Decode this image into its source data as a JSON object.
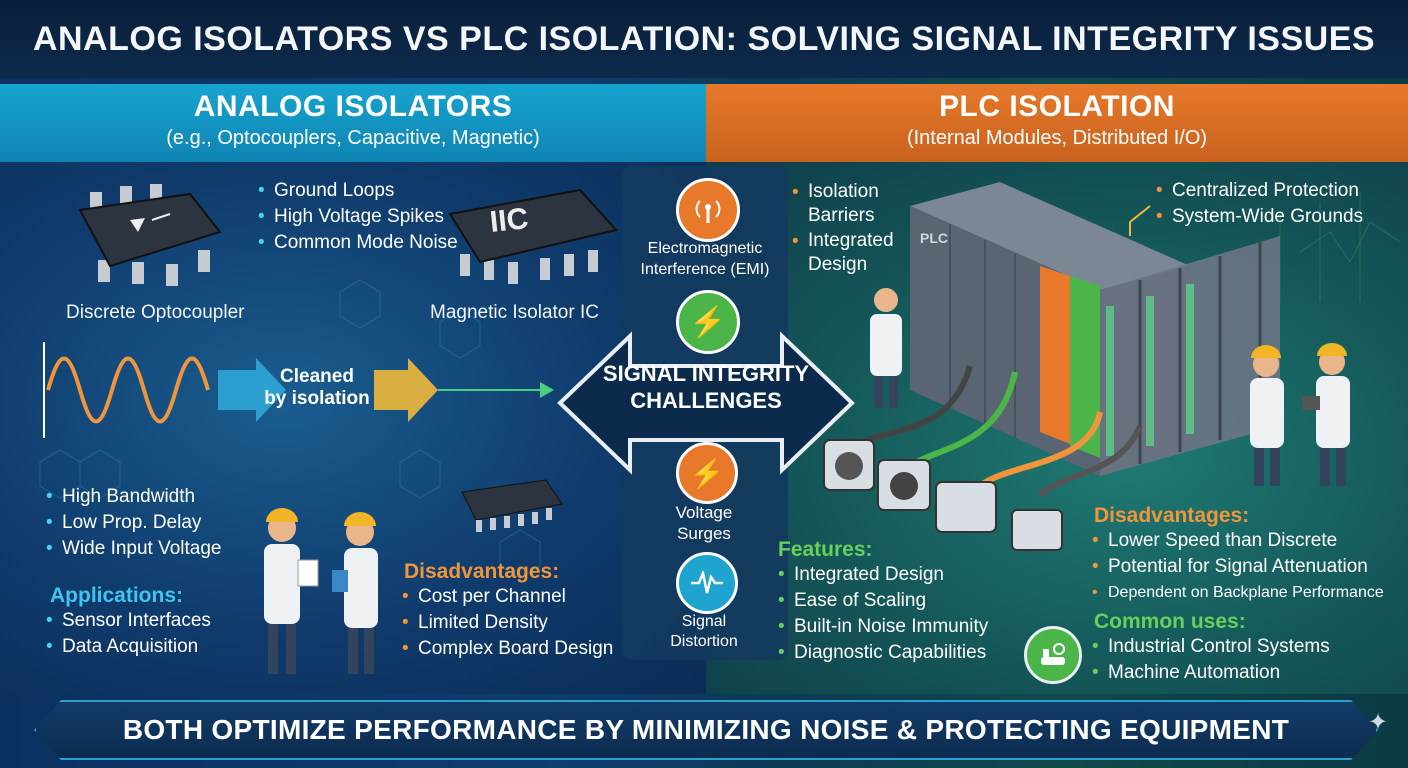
{
  "title": "ANALOG ISOLATORS VS PLC ISOLATION: SOLVING SIGNAL INTEGRITY ISSUES",
  "left": {
    "heading": "ANALOG ISOLATORS",
    "subheading": "(e.g., Optocouplers, Capacitive, Magnetic)",
    "noise_sources": [
      "Ground Loops",
      "High Voltage Spikes",
      "Common Mode Noise"
    ],
    "optocoupler_label": "Discrete Optocoupler",
    "magnetic_label": "Magnetic Isolator IC",
    "magnetic_chip_mark": "IIC",
    "cleaned_label": [
      "Cleaned",
      "by isolation"
    ],
    "advantages": [
      "High Bandwidth",
      "Low Prop. Delay",
      "Wide Input Voltage"
    ],
    "applications_heading": "Applications:",
    "applications": [
      "Sensor Interfaces",
      "Data Acquisition"
    ],
    "disadvantages_heading": "Disadvantages:",
    "disadvantages": [
      "Cost per Channel",
      "Limited Density",
      "Complex Board Design"
    ]
  },
  "center": {
    "challenge_arrow": [
      "SIGNAL INTEGRITY",
      "CHALLENGES"
    ],
    "items": [
      {
        "label": [
          "Electromagnetic",
          "Interference (EMI)"
        ],
        "icon": "antenna-icon",
        "color": "#e8792a"
      },
      {
        "label": [],
        "icon": "lightning-icon",
        "color": "#4bb54a"
      },
      {
        "label": [
          "Voltage",
          "Surges"
        ],
        "icon": "lightning-icon",
        "color": "#e8792a"
      },
      {
        "label": [
          "Signal",
          "Distortion"
        ],
        "icon": "waveform-icon",
        "color": "#1fa3cf"
      }
    ]
  },
  "right": {
    "heading": "PLC ISOLATION",
    "subheading": "(Internal Modules, Distributed I/O)",
    "barriers": [
      "Isolation Barriers",
      "Integrated Design"
    ],
    "protection": [
      "Centralized Protection",
      "System-Wide Grounds"
    ],
    "plc_label": "PLC",
    "features_heading": "Features:",
    "features": [
      "Integrated Design",
      "Ease of Scaling",
      "Built-in Noise Immunity",
      "Diagnostic Capabilities"
    ],
    "disadvantages_heading": "Disadvantages:",
    "disadvantages": [
      "Lower Speed than Discrete",
      "Potential for Signal Attenuation",
      "Dependent on Backplane Performance"
    ],
    "uses_heading": "Common uses:",
    "uses": [
      "Industrial Control Systems",
      "Machine Automation"
    ]
  },
  "footer": "BOTH OPTIMIZE PERFORMANCE BY MINIMIZING NOISE & PROTECTING EQUIPMENT",
  "colors": {
    "cyan": "#17a4cf",
    "orange": "#e6792a",
    "green": "#4bb54a"
  }
}
